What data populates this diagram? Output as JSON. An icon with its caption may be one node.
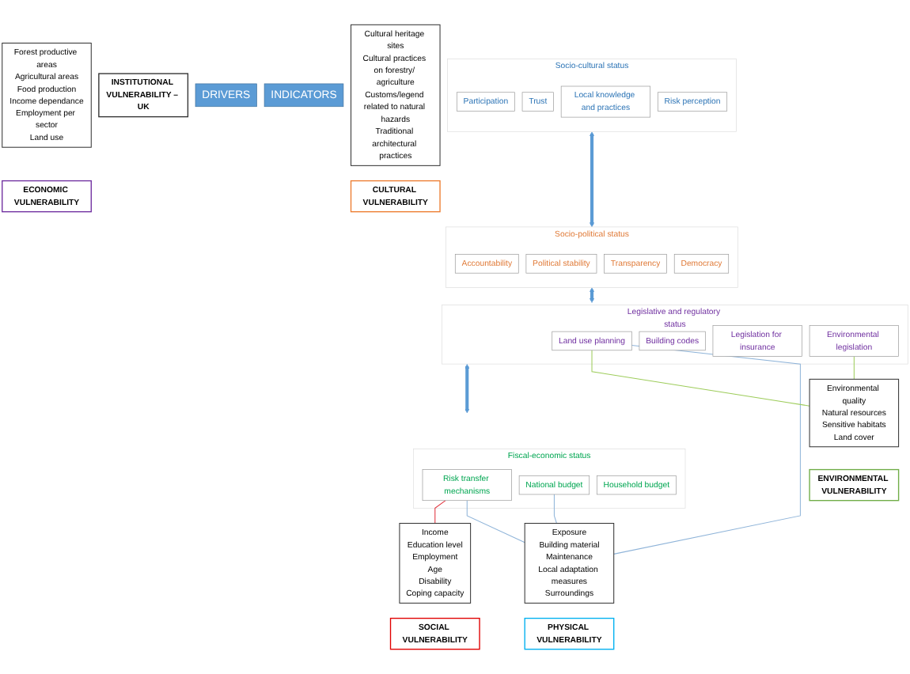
{
  "diagram": {
    "nodes": [
      {
        "text": [
          "INSTITUTIONAL VULNERABILITY – UK"
        ]
      },
      {
        "text": [
          "DRIVERS"
        ]
      },
      {
        "text": [
          "Socio-cultural status"
        ]
      },
      {
        "text": [
          "Participation"
        ],
        "in": 2
      },
      {
        "text": [
          "Trust"
        ],
        "in": 2
      },
      {
        "text": [
          "Local knowledge and practices"
        ],
        "in": 2
      },
      {
        "text": [
          "Risk perception"
        ],
        "in": 2
      },
      {
        "text": [
          "Socio-political status"
        ]
      },
      {
        "text": [
          "Accountability"
        ],
        "in": 7
      },
      {
        "text": [
          "Political stability"
        ],
        "in": 7
      },
      {
        "text": [
          "Transparency"
        ],
        "in": 7
      },
      {
        "text": [
          "Democracy"
        ],
        "in": 7
      },
      {
        "text": [
          "Legislative and regulatory status"
        ]
      },
      {
        "text": [
          "Land use planning"
        ],
        "in": 12
      },
      {
        "text": [
          "Building codes"
        ],
        "in": 12
      },
      {
        "text": [
          "Legislation for insurance"
        ],
        "in": 12
      },
      {
        "text": [
          "Environmental legislation"
        ],
        "in": 12
      },
      {
        "text": [
          "Fiscal-economic status"
        ]
      },
      {
        "text": [
          "Risk transfer mechanisms"
        ],
        "in": 17
      },
      {
        "text": [
          "National budget"
        ],
        "in": 17
      },
      {
        "text": [
          "Household budget"
        ],
        "in": 17
      },
      {
        "text": [
          "INDICATORS"
        ]
      },
      {
        "text": [
          "Exposure",
          "Building material",
          "Maintenance",
          "Local adaptation measures",
          "Surroundings"
        ]
      },
      {
        "text": [
          "PHYSICAL VULNERABILITY"
        ]
      },
      {
        "text": [
          "Income",
          "Education level",
          "Employment",
          "Age",
          "Disability",
          "Coping capacity"
        ]
      },
      {
        "text": [
          "SOCIAL VULNERABILITY"
        ]
      },
      {
        "text": [
          "Forest productive areas",
          "Agricultural areas",
          "Food production",
          "Income dependance",
          "Employment per sector",
          "Land use"
        ]
      },
      {
        "text": [
          "ECONOMIC VULNERABILITY"
        ]
      },
      {
        "text": [
          "Cultural heritage sites",
          "Cultural practices on forestry/ agriculture",
          "Customs/legend related to natural hazards",
          "Traditional architectural practices"
        ]
      },
      {
        "text": [
          "CULTURAL VULNERABILITY"
        ]
      },
      {
        "text": [
          "Environmental quality",
          "Natural resources",
          "Sensitive habitats",
          "Land cover"
        ]
      },
      {
        "text": [
          "ENVIRONMENTAL VULNERABILITY"
        ]
      }
    ],
    "edges": [
      {
        "from": 2,
        "to": 7,
        "arrow": "both",
        "style": "thick"
      },
      {
        "from": 7,
        "to": 12,
        "arrow": "both",
        "style": "thick"
      },
      {
        "from": 12,
        "to": 17,
        "arrow": "both",
        "style": "thick"
      },
      {
        "from": 13,
        "to": 22,
        "arrow": "none"
      },
      {
        "from": 18,
        "to": 22,
        "arrow": "none"
      },
      {
        "from": 19,
        "to": 22,
        "arrow": "none"
      },
      {
        "from": 18,
        "to": 24,
        "arrow": "none",
        "color": "#e0303a"
      },
      {
        "from": 13,
        "to": 30,
        "arrow": "none",
        "color": "#9dcc5a"
      },
      {
        "from": 16,
        "to": 30,
        "arrow": "none",
        "color": "#9dcc5a"
      }
    ]
  }
}
